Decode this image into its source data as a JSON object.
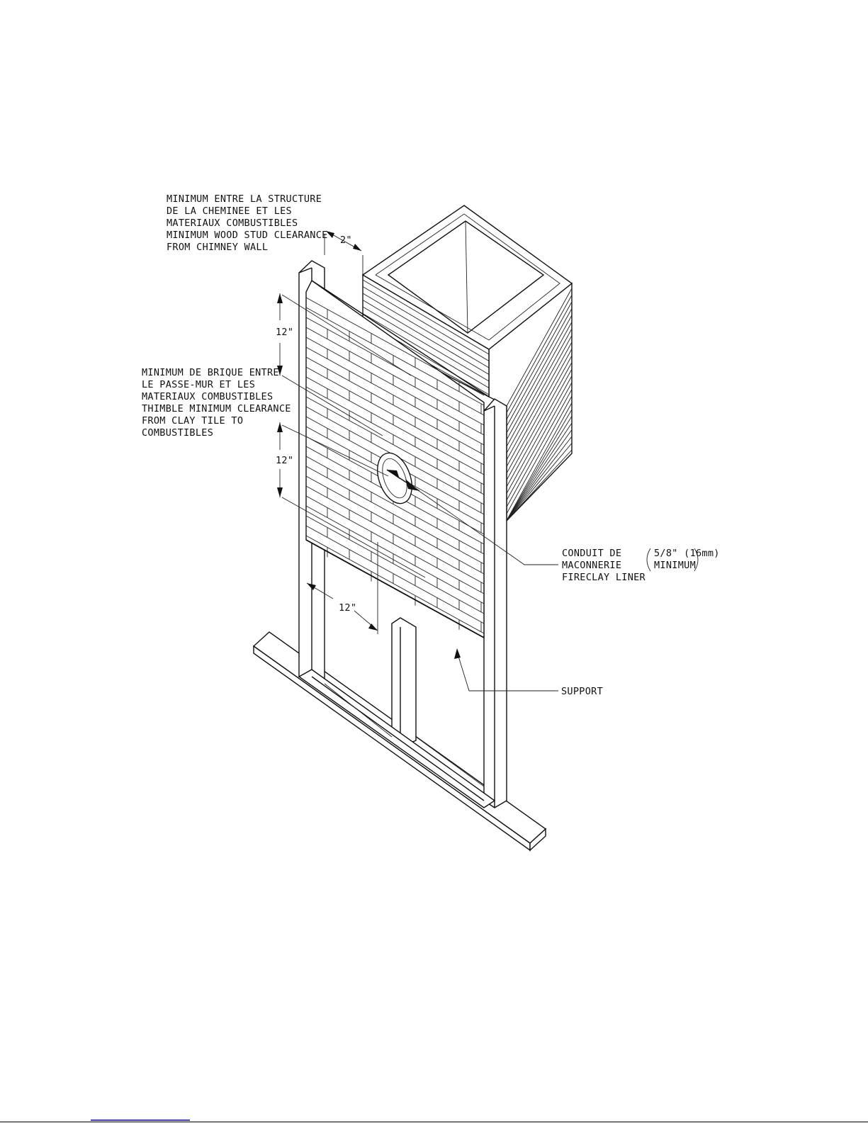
{
  "notes": {
    "wood_stud": [
      "MINIMUM ENTRE LA STRUCTURE",
      "DE LA CHEMINEE ET LES",
      "MATERIAUX COMBUSTIBLES",
      "MINIMUM WOOD STUD CLEARANCE",
      "FROM CHIMNEY WALL"
    ],
    "thimble": [
      "MINIMUM DE BRIQUE ENTRE",
      "LE PASSE-MUR ET LES",
      "MATERIAUX COMBUSTIBLES",
      "THIMBLE MINIMUM CLEARANCE",
      "FROM CLAY TILE TO",
      "COMBUSTIBLES"
    ],
    "liner": [
      "CONDUIT DE",
      "MACONNERIE",
      "FIRECLAY LINER"
    ],
    "liner_spec": [
      "5/8\" (16mm)",
      "MINIMUM"
    ],
    "support": "SUPPORT"
  },
  "dimensions": {
    "stud_gap": "2\"",
    "upper_vertical": "12\"",
    "lower_vertical": "12\"",
    "horizontal": "12\""
  },
  "colors": {
    "line": "#111111",
    "background": "#ffffff"
  }
}
